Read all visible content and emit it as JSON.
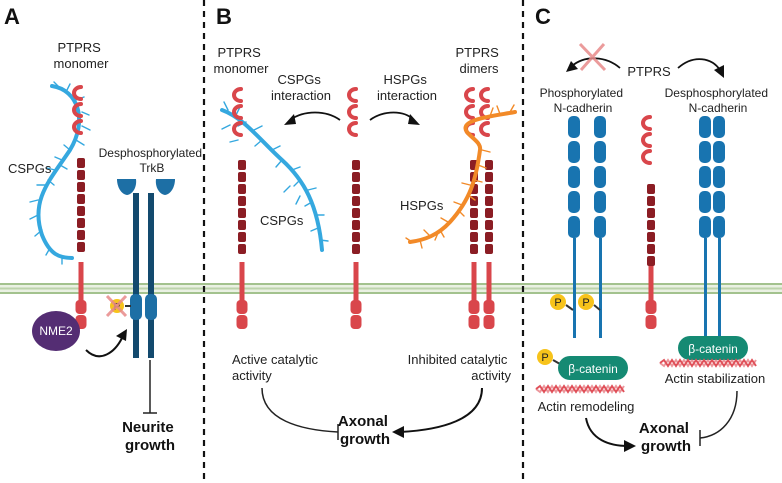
{
  "panels": {
    "a": {
      "letter": "A",
      "ptprs_monomer": [
        "PTPRS",
        "monomer"
      ],
      "cspgs": "CSPGs",
      "trkb": [
        "Desphosphorylated",
        "TrkB"
      ],
      "nme2": "NME2",
      "phospho": "P",
      "outcome": [
        "Neurite",
        "growth"
      ]
    },
    "b": {
      "letter": "B",
      "ptprs_monomer": [
        "PTPRS",
        "monomer"
      ],
      "ptprs_dimers": [
        "PTPRS",
        "dimers"
      ],
      "cspgs_interaction": [
        "CSPGs",
        "interaction"
      ],
      "hspgs_interaction": [
        "HSPGs",
        "interaction"
      ],
      "cspgs": "CSPGs",
      "hspgs": "HSPGs",
      "active": [
        "Active catalytic",
        "activity"
      ],
      "inhibited": [
        "Inhibited catalytic",
        "activity"
      ],
      "outcome": [
        "Axonal",
        "growth"
      ]
    },
    "c": {
      "letter": "C",
      "ptprs": "PTPRS",
      "phosphorylated": [
        "Phosphorylated",
        "N-cadherin"
      ],
      "desphosphorylated": [
        "Desphosphorylated",
        "N-cadherin"
      ],
      "phospho": "P",
      "beta_catenin": "β-catenin",
      "actin_remodeling": "Actin remodeling",
      "actin_stabilization": "Actin stabilization",
      "outcome": [
        "Axonal",
        "growth"
      ]
    }
  },
  "colors": {
    "ptprs_ig": "#d9464b",
    "ptprs_fn": "#8b1d24",
    "ptprs_dark": "#7a1a20",
    "cspg": "#35a8df",
    "hspg": "#f28a28",
    "trkb": "#1d6fa5",
    "trkb_dark": "#134a6e",
    "cadherin": "#1874b0",
    "beta_catenin": "#158a73",
    "phospho": "#f7c31b",
    "nme2": "#542d73",
    "membrane": "#a3c28e",
    "actin": "#e0515a"
  }
}
